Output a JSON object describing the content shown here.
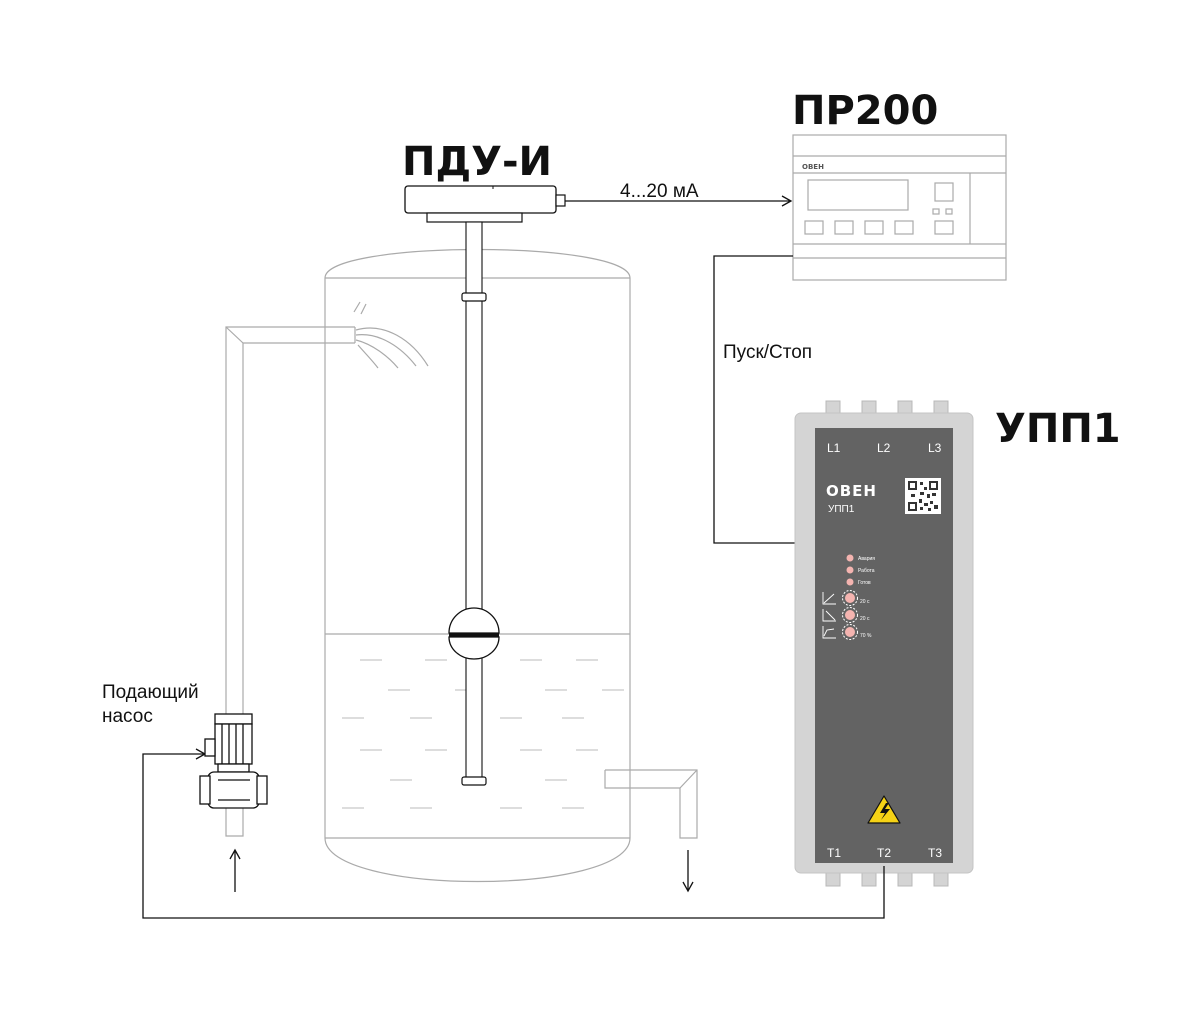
{
  "labels": {
    "sensor": "ПДУ-И",
    "controller": "ПР200",
    "starter": "УПП1",
    "signal": "4...20 мА",
    "start_stop": "Пуск/Стоп",
    "pump_line1": "Подающий",
    "pump_line2": "насос"
  },
  "starter_panel": {
    "brand": "ОВЕН",
    "model": "УПП1",
    "terminals_top": [
      "L1",
      "L2",
      "L3"
    ],
    "terminals_bottom": [
      "T1",
      "T2",
      "T3"
    ],
    "leds": [
      "Авария",
      "Работа",
      "Готов"
    ],
    "knob_values": [
      "20 с",
      "20 с",
      "70 %"
    ]
  },
  "controller_panel": {
    "brand": "ОВЕН"
  },
  "colors": {
    "line": "#111111",
    "outline": "#aaaaaa",
    "panel": "#636363",
    "panel_frame": "#d4d4d4",
    "led": "#f4b4b0",
    "warning": "#f5d216"
  }
}
